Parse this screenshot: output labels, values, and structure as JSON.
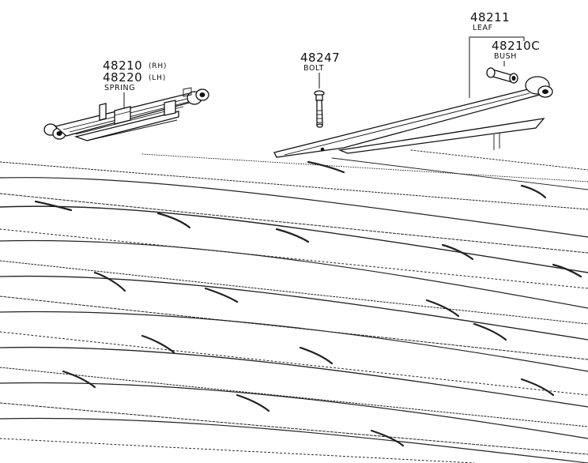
{
  "callouts": {
    "spring": {
      "rh_number": "48210",
      "rh_side": "(RH)",
      "lh_number": "48220",
      "lh_side": "(LH)",
      "name": "SPRING"
    },
    "bolt": {
      "number": "48247",
      "name": "BOLT"
    },
    "leaf": {
      "number": "48211",
      "name": "LEAF"
    },
    "bush": {
      "number": "48210C",
      "name": "BUSH"
    }
  },
  "colors": {
    "ink": "#111111",
    "paper": "#ffffff"
  }
}
